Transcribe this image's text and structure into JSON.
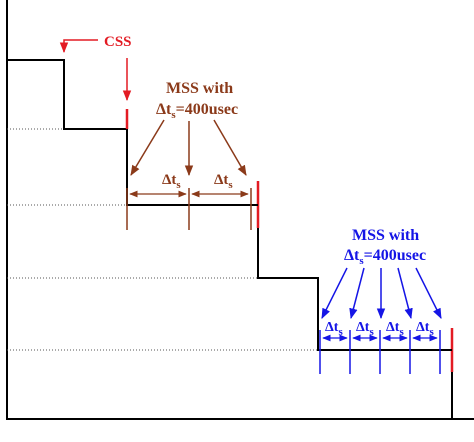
{
  "labels": {
    "css": "CSS",
    "mss_red_line1": "MSS with",
    "mss_red_line2_delta": "Δt",
    "mss_red_line2_sub": "s",
    "mss_red_line2_rest": "=400usec",
    "dt_red_1": "Δt",
    "dt_red_1_sub": "s",
    "dt_red_2": "Δt",
    "dt_red_2_sub": "s",
    "mss_blue_line1": "MSS with",
    "mss_blue_line2_delta": "Δt",
    "mss_blue_line2_sub": "s",
    "mss_blue_line2_rest": "=400usec",
    "dt_blue_1": "Δt",
    "dt_blue_1_sub": "s",
    "dt_blue_2": "Δt",
    "dt_blue_2_sub": "s",
    "dt_blue_3": "Δt",
    "dt_blue_3_sub": "s",
    "dt_blue_4": "Δt",
    "dt_blue_4_sub": "s"
  },
  "colors": {
    "black": "#000000",
    "red": "#e31b23",
    "blue": "#1515e6",
    "brown": "#8b3a1a",
    "dotted": "#555555"
  }
}
